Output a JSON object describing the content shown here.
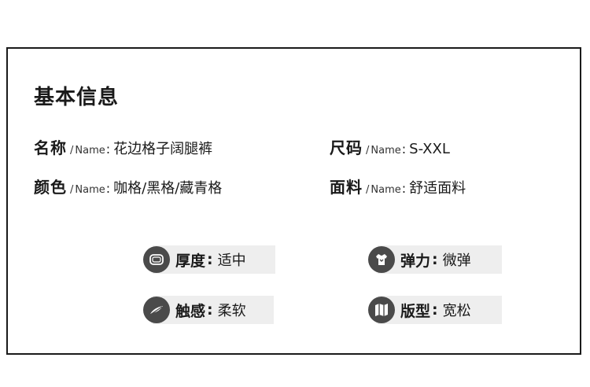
{
  "section_title": "基本信息",
  "name_sep": "/",
  "name_en": "Name",
  "colon": ":",
  "specs": [
    {
      "label": "名称",
      "value": "花边格子阔腿裤"
    },
    {
      "label": "尺码",
      "value": "S-XXL"
    },
    {
      "label": "颜色",
      "value": "咖格/黑格/藏青格"
    },
    {
      "label": "面料",
      "value": "舒适面料"
    }
  ],
  "features": [
    {
      "label": "厚度",
      "value": "适中",
      "icon": "thickness-icon"
    },
    {
      "label": "弹力",
      "value": "微弹",
      "icon": "stretch-shirt-icon"
    },
    {
      "label": "触感",
      "value": "柔软",
      "icon": "feather-icon"
    },
    {
      "label": "版型",
      "value": "宽松",
      "icon": "fold-map-icon"
    }
  ],
  "colors": {
    "border": "#1a1a1a",
    "badge": "#4a4a4a",
    "pill": "#eeeeee"
  }
}
